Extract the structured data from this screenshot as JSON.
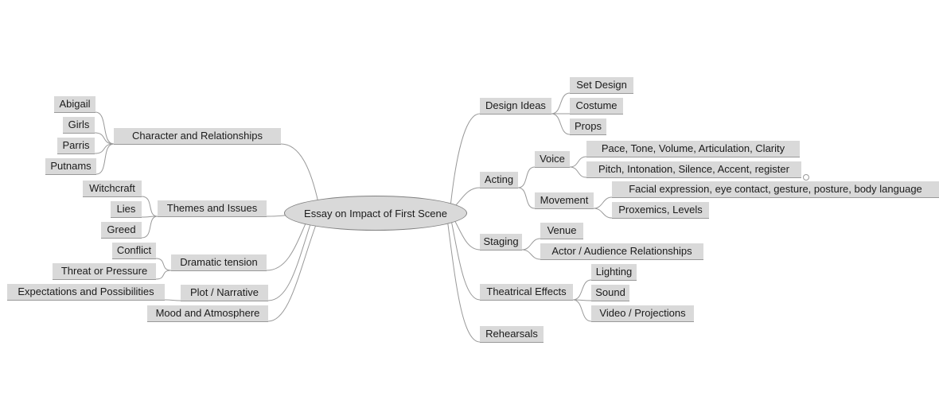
{
  "colors": {
    "background": "#ffffff",
    "node_bg": "#d9d9d9",
    "line": "#999999",
    "text": "#1b1b1b",
    "root_fill": "#d9d9d9",
    "root_stroke": "#808080"
  },
  "mindmap": {
    "root": "Essay on Impact of First Scene",
    "left": [
      {
        "label": "Character and Relationships",
        "children": [
          {
            "label": "Abigail"
          },
          {
            "label": "Girls"
          },
          {
            "label": "Parris"
          },
          {
            "label": "Putnams"
          }
        ]
      },
      {
        "label": "Themes and Issues",
        "children": [
          {
            "label": "Witchcraft"
          },
          {
            "label": "Lies"
          },
          {
            "label": "Greed"
          }
        ]
      },
      {
        "label": "Dramatic tension",
        "children": [
          {
            "label": "Conflict"
          },
          {
            "label": "Threat or Pressure"
          }
        ]
      },
      {
        "label": "Plot / Narrative",
        "children": [
          {
            "label": "Expectations and Possibilities"
          }
        ]
      },
      {
        "label": "Mood and Atmosphere",
        "children": []
      }
    ],
    "right": [
      {
        "label": "Design Ideas",
        "children": [
          {
            "label": "Set Design"
          },
          {
            "label": "Costume"
          },
          {
            "label": "Props"
          }
        ]
      },
      {
        "label": "Acting",
        "children": [
          {
            "label": "Voice",
            "children": [
              {
                "label": "Pace, Tone, Volume, Articulation, Clarity"
              },
              {
                "label": "Pitch, Intonation, Silence, Accent, register"
              }
            ]
          },
          {
            "label": "Movement",
            "children": [
              {
                "label": "Facial expression, eye contact, gesture, posture, body language"
              },
              {
                "label": "Proxemics, Levels"
              }
            ]
          }
        ]
      },
      {
        "label": "Staging",
        "children": [
          {
            "label": "Venue"
          },
          {
            "label": "Actor / Audience Relationships"
          }
        ]
      },
      {
        "label": "Theatrical Effects",
        "children": [
          {
            "label": "Lighting"
          },
          {
            "label": "Sound"
          },
          {
            "label": "Video / Projections"
          }
        ]
      },
      {
        "label": "Rehearsals",
        "children": []
      }
    ]
  }
}
